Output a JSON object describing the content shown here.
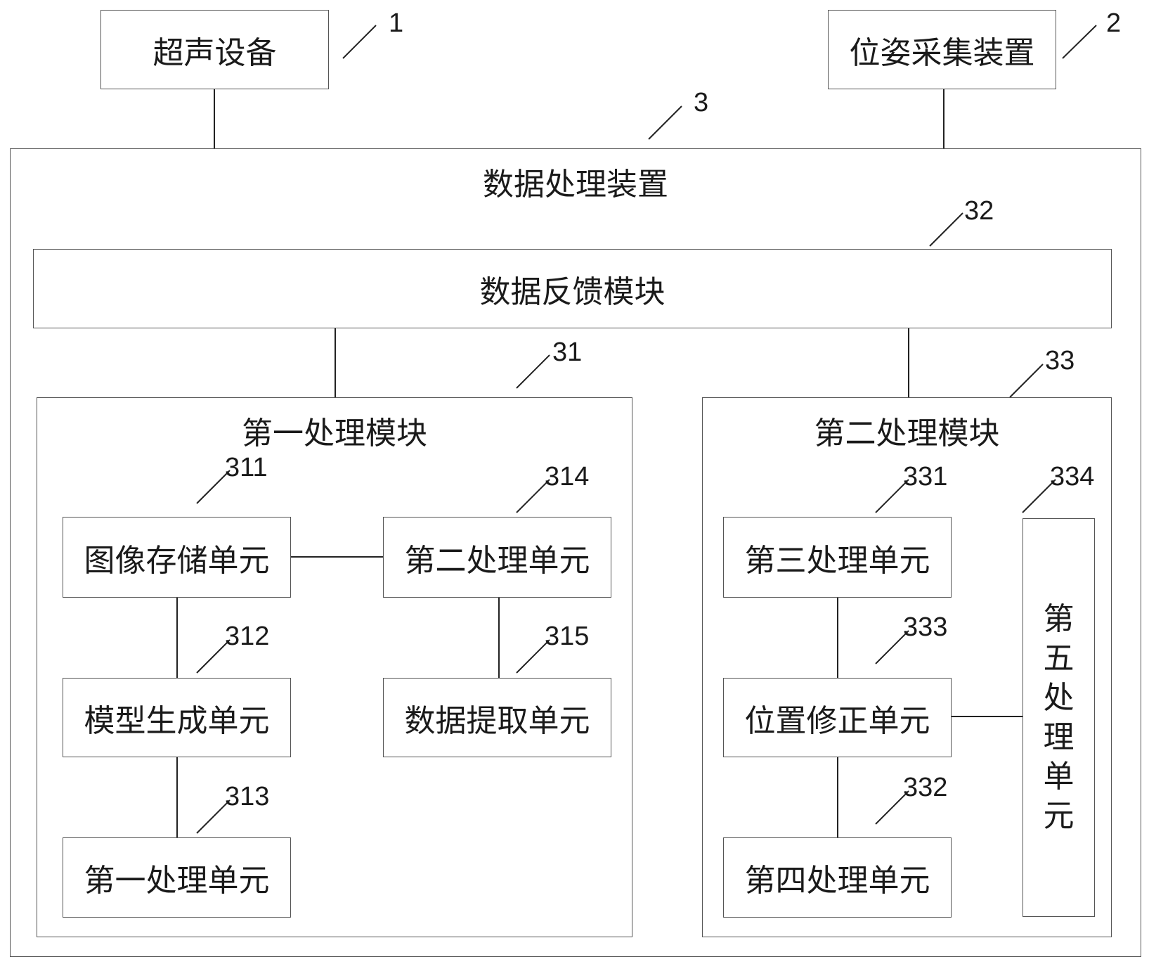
{
  "blocks": {
    "ultrasound_device": "超声设备",
    "pose_acquisition_device": "位姿采集装置",
    "data_processing_device": "数据处理装置",
    "data_feedback_module": "数据反馈模块",
    "first_processing_module": "第一处理模块",
    "second_processing_module": "第二处理模块",
    "image_storage_unit": "图像存储单元",
    "model_generation_unit": "模型生成单元",
    "first_processing_unit": "第一处理单元",
    "second_processing_unit": "第二处理单元",
    "data_extraction_unit": "数据提取单元",
    "third_processing_unit": "第三处理单元",
    "position_correction_unit": "位置修正单元",
    "fourth_processing_unit": "第四处理单元",
    "fifth_processing_unit": [
      "第",
      "五",
      "处",
      "理",
      "单",
      "元"
    ]
  },
  "refs": {
    "r1": "1",
    "r2": "2",
    "r3": "3",
    "r32": "32",
    "r31": "31",
    "r33": "33",
    "r311": "311",
    "r312": "312",
    "r313": "313",
    "r314": "314",
    "r315": "315",
    "r331": "331",
    "r333": "333",
    "r332": "332",
    "r334": "334"
  }
}
